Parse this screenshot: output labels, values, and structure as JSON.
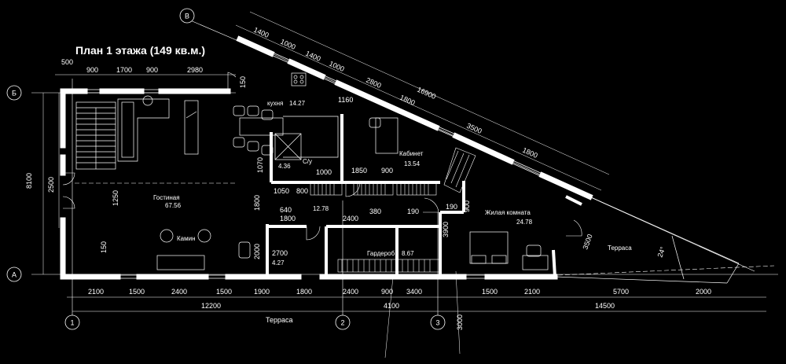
{
  "title": "План 1 этажа (149 кв.м.)",
  "axes": {
    "b": "Б",
    "v": "В",
    "a": "А",
    "one": "1",
    "two": "2",
    "three": "3"
  },
  "rooms": {
    "living": {
      "name": "Гостиная",
      "area": "67.56"
    },
    "kitchen": {
      "name": "кухня",
      "area": "14.27"
    },
    "cabinet": {
      "name": "Кабинет",
      "area": "13.54"
    },
    "bedroom": {
      "name": "Жилая комната",
      "area": "24.78"
    },
    "terrace_right": {
      "name": "Терраса"
    },
    "wardrobe": {
      "name": "Гардероб",
      "area": "8.67"
    },
    "bath": {
      "name": "С/у",
      "area": "4.36"
    },
    "hall": {
      "area": "12.78"
    },
    "small": {
      "area": "4.27"
    },
    "fireplace": {
      "name": "Камин"
    },
    "terrace_bottom": {
      "name": "Терраса"
    }
  },
  "dims": {
    "top_500": "500",
    "top_900a": "900",
    "top_1700": "1700",
    "top_900b": "900",
    "top_2980": "2980",
    "diag_1400a": "1400",
    "diag_1000a": "1000",
    "diag_1400b": "1400",
    "diag_1000b": "1000",
    "diag_2800": "2800",
    "diag_16900": "16900",
    "diag_1800a": "1800",
    "diag_3500": "3500",
    "diag_1800b": "1800",
    "d_150top": "150",
    "d_1160": "1160",
    "left_8100": "8100",
    "left_2500": "2500",
    "left_1250": "1250",
    "left_150": "150",
    "int_1070": "1070",
    "int_1000": "1000",
    "int_1850": "1850",
    "int_900": "900",
    "int_1050": "1050",
    "int_800": "800",
    "int_1800v": "1800",
    "int_640": "640",
    "int_1800h": "1800",
    "int_2400": "2400",
    "int_380": "380",
    "int_190a": "190",
    "int_190b": "190",
    "int_900v": "900",
    "int_2000": "2000",
    "int_2700": "2700",
    "int_3900": "3900",
    "int_3500": "3500",
    "angle": "24°",
    "bot_2100a": "2100",
    "bot_1500a": "1500",
    "bot_2400a": "2400",
    "bot_1500b": "1500",
    "bot_1900": "1900",
    "bot_1800": "1800",
    "bot_2400b": "2400",
    "bot_900": "900",
    "bot_3400": "3400",
    "bot_1500c": "1500",
    "bot_2100b": "2100",
    "bot_5700": "5700",
    "bot_2000": "2000",
    "bot_12200": "12200",
    "bot_4100": "4100",
    "bot_14500": "14500",
    "bot_3000": "3000"
  }
}
